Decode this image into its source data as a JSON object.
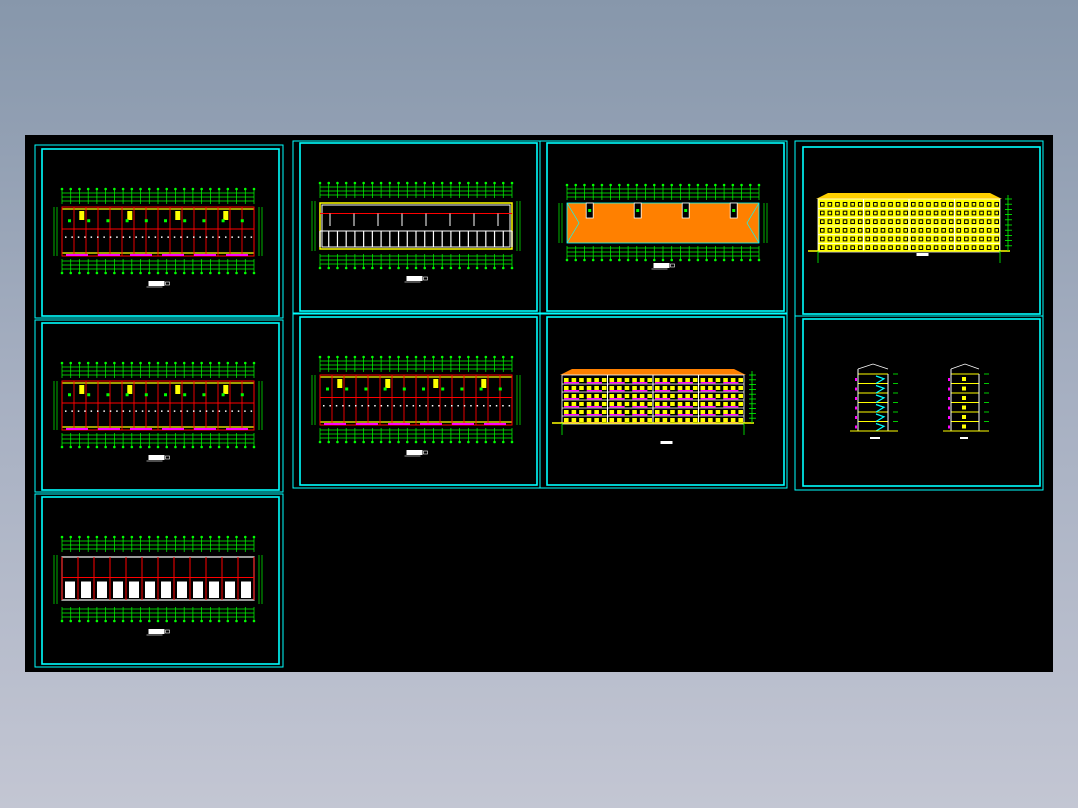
{
  "viewer": {
    "background": "#000000",
    "frame_color": "#00ffff",
    "colors": {
      "dimension": "#00ff00",
      "wall": "#ff0000",
      "fill": "#ffff00",
      "roof": "#ff8000",
      "balcony": "#ff00ff",
      "line": "#ffffff"
    }
  },
  "sheets": [
    {
      "kind": "floor-plan"
    },
    {
      "kind": "floor-plan"
    },
    {
      "kind": "foundation-plan"
    },
    {
      "kind": "floor-plan-open"
    },
    {
      "kind": "floor-plan"
    },
    {
      "kind": "roof-plan"
    },
    {
      "kind": "front-elevation"
    },
    {
      "kind": "rear-elevation"
    },
    {
      "kind": "sections"
    }
  ]
}
